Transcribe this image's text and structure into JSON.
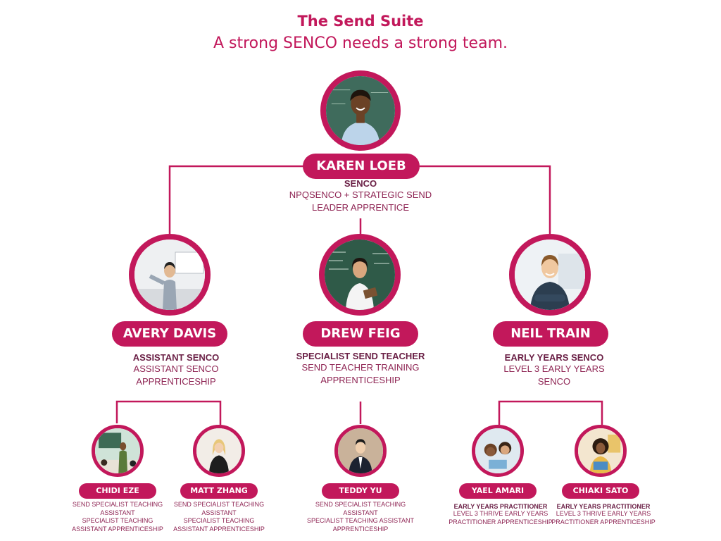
{
  "header": {
    "title": "The Send Suite",
    "subtitle": "A strong SENCO needs a strong team."
  },
  "colors": {
    "accent": "#c2185b",
    "text": "#8e2453"
  },
  "top": {
    "name": "KAREN LOEB",
    "role": "SENCO",
    "detail_1": "NPQSENCO + STRATEGIC SEND",
    "detail_2": "LEADER APPRENTICE"
  },
  "leads": [
    {
      "name": "AVERY DAVIS",
      "role": "ASSISTANT SENCO",
      "detail_1": "ASSISTANT SENCO",
      "detail_2": "APPRENTICESHIP"
    },
    {
      "name": "DREW FEIG",
      "role": "SPECIALIST SEND TEACHER",
      "detail_1": "SEND TEACHER TRAINING",
      "detail_2": "APPRENTICESHIP"
    },
    {
      "name": "NEIL TRAIN",
      "role": "EARLY YEARS SENCO",
      "detail_1": "LEVEL 3 EARLY YEARS",
      "detail_2": "SENCO"
    }
  ],
  "staff": [
    {
      "name": "CHIDI EZE",
      "line_1": "SEND SPECIALIST TEACHING",
      "line_2": "ASSISTANT",
      "line_3": "SPECIALIST TEACHING",
      "line_4": "ASSISTANT APPRENTICESHIP"
    },
    {
      "name": "MATT ZHANG",
      "line_1": "SEND SPECIALIST TEACHING",
      "line_2": "ASSISTANT",
      "line_3": "SPECIALIST TEACHING",
      "line_4": "ASSISTANT APPRENTICESHIP"
    },
    {
      "name": "TEDDY YU",
      "line_1": "SEND SPECIALIST TEACHING",
      "line_2": "ASSISTANT",
      "line_3": "SPECIALIST TEACHING ASSISTANT",
      "line_4": "APPRENTICESHIP"
    },
    {
      "name": "YAEL AMARI",
      "role": "EARLY YEARS PRACTITIONER",
      "line_1": "LEVEL 3 THRIVE EARLY YEARS",
      "line_2": "PRACTITIONER APPRENTICESHIP"
    },
    {
      "name": "CHIAKI SATO",
      "role": "EARLY YEARS PRACTITIONER",
      "line_1": "LEVEL 3 THRIVE EARLY YEARS",
      "line_2": "PRACTITIONER APPRENTICESHIP"
    }
  ]
}
